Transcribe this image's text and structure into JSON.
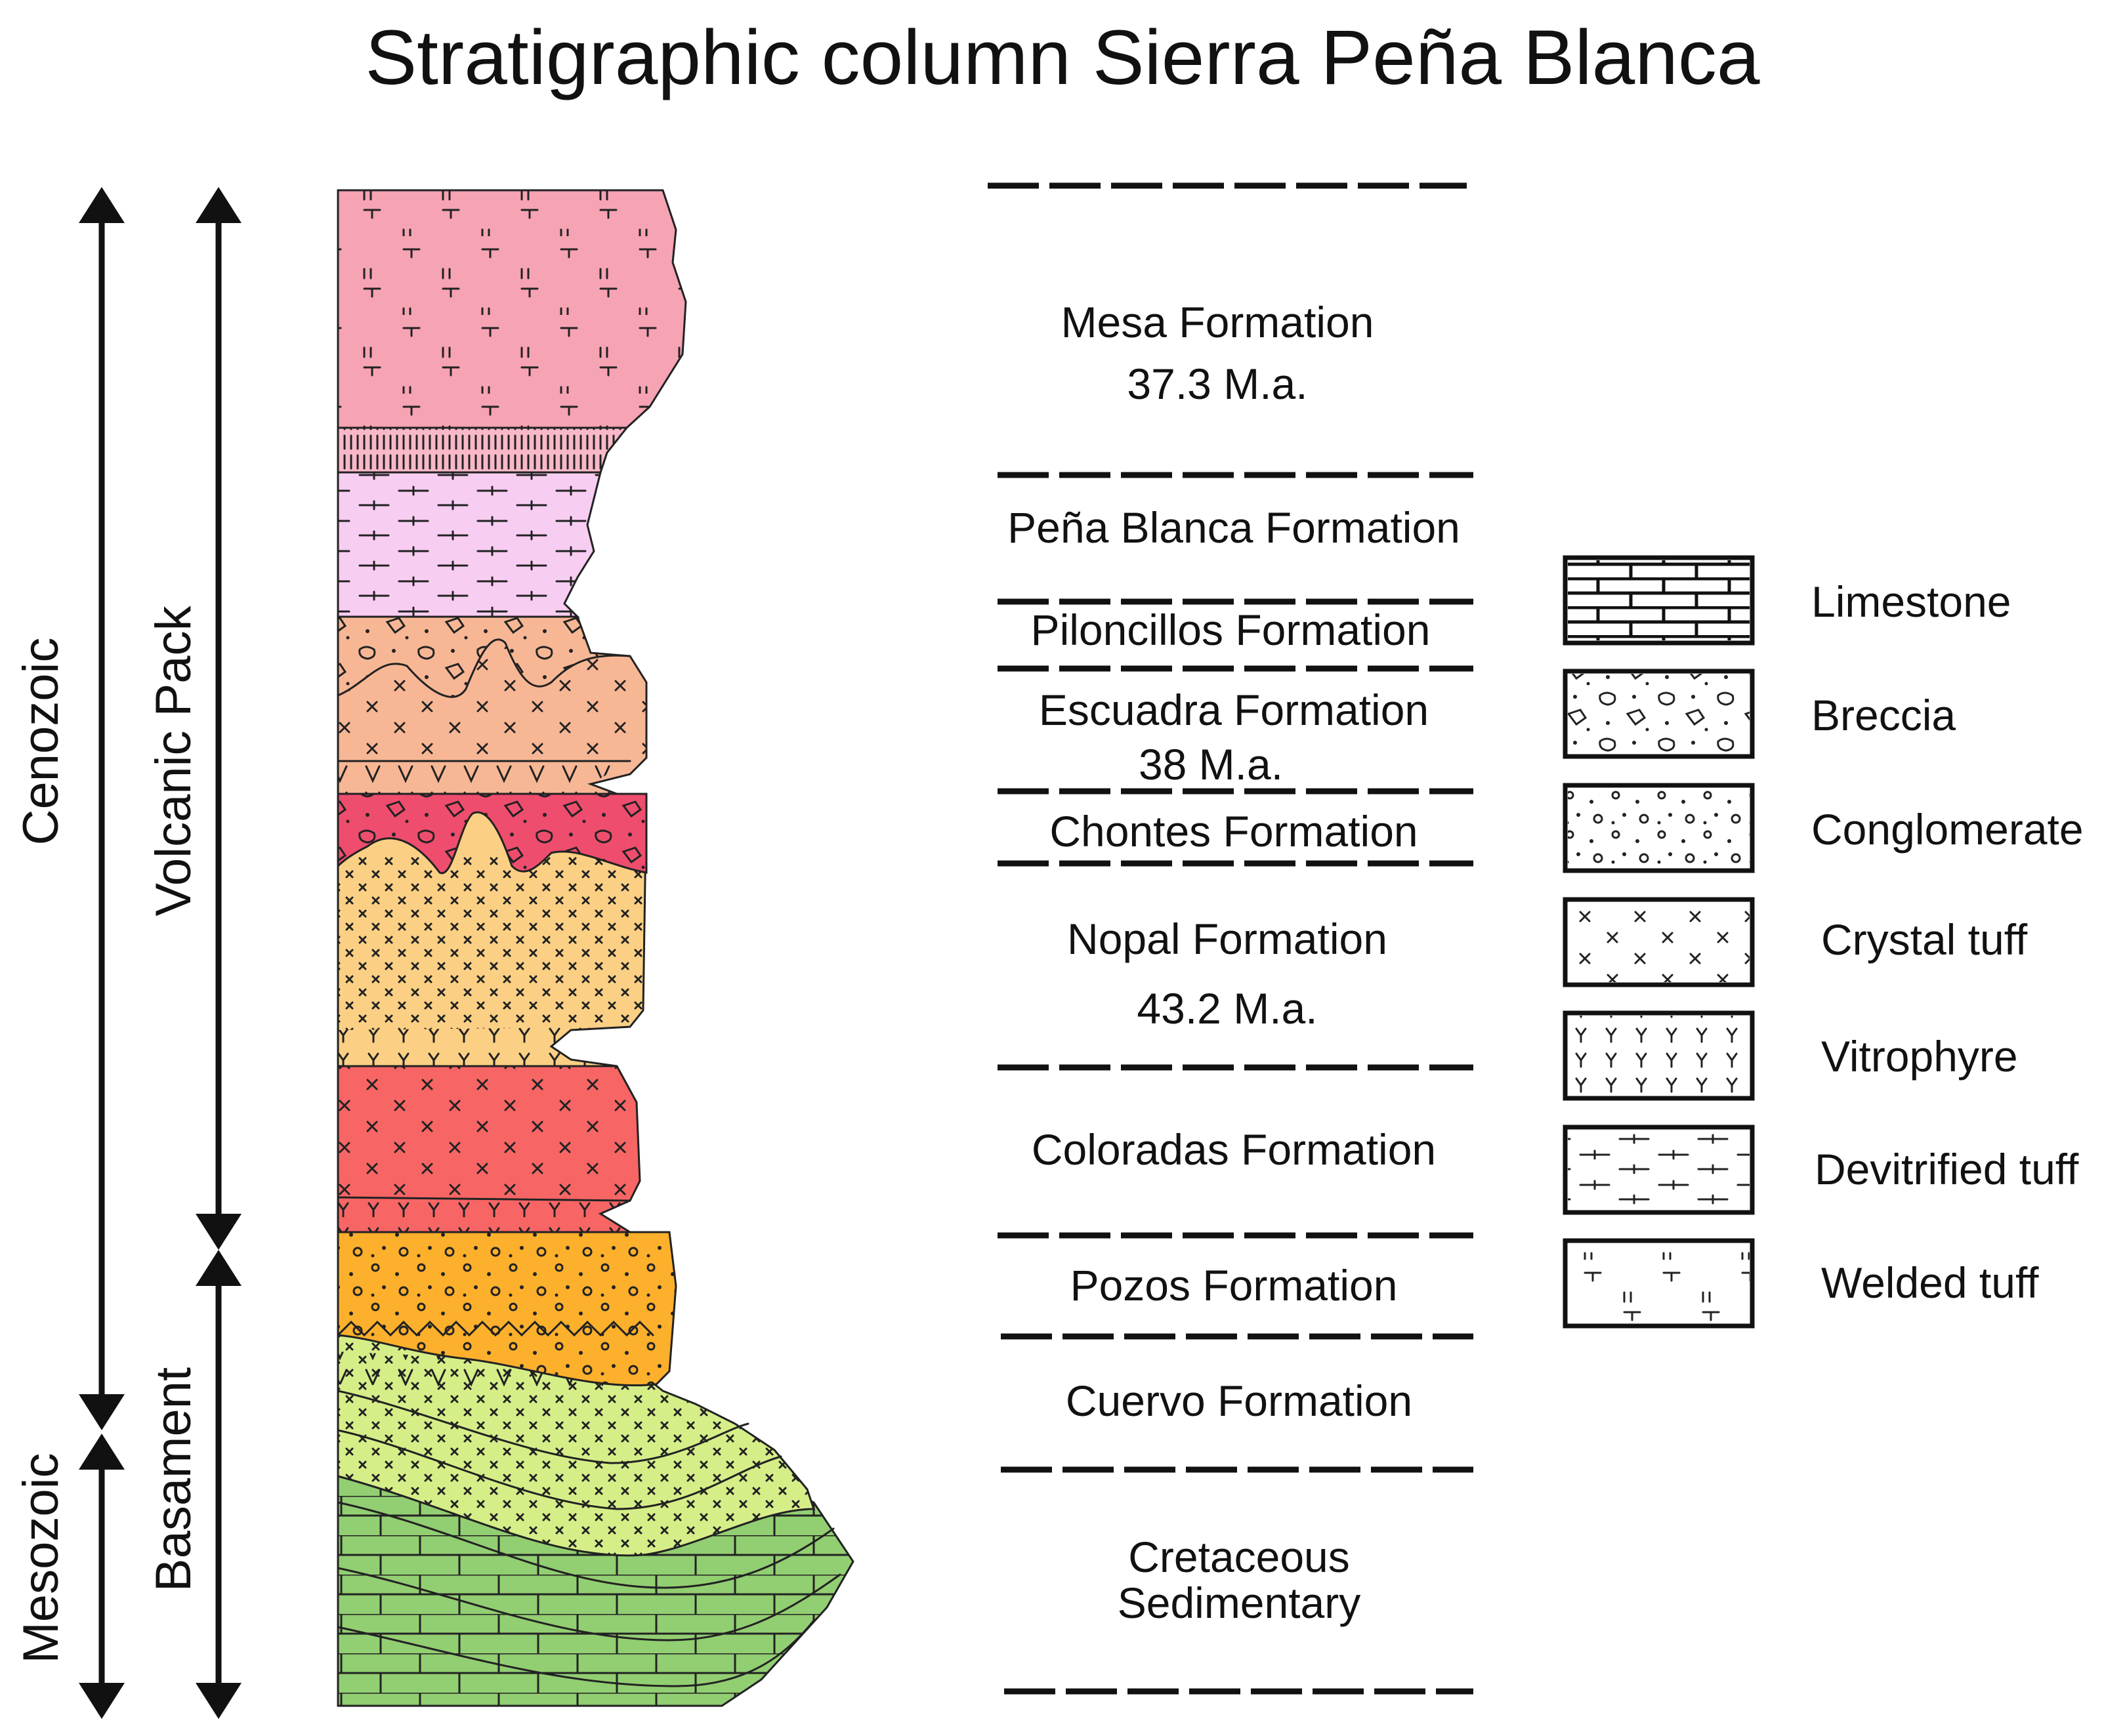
{
  "title": "Stratigraphic column Sierra Peña Blanca",
  "eras": [
    {
      "label": "Cenozoic"
    },
    {
      "label": "Mesozoic"
    }
  ],
  "groups": [
    {
      "label": "Volcanic Pack"
    },
    {
      "label": "Basament"
    }
  ],
  "formations": [
    {
      "name": "Mesa Formation",
      "age": "37.3 M.a."
    },
    {
      "name": "Peña Blanca Formation"
    },
    {
      "name": "Piloncillos Formation"
    },
    {
      "name": "Escuadra Formation",
      "age": "38 M.a."
    },
    {
      "name": "Chontes Formation"
    },
    {
      "name": "Nopal Formation",
      "age": "43.2 M.a."
    },
    {
      "name": "Coloradas Formation"
    },
    {
      "name": "Pozos Formation"
    },
    {
      "name": "Cuervo Formation"
    },
    {
      "name": "Cretaceous",
      "name2": "Sedimentary"
    }
  ],
  "legend": [
    {
      "label": "Limestone",
      "pattern": "limestone"
    },
    {
      "label": "Breccia",
      "pattern": "breccia"
    },
    {
      "label": "Conglomerate",
      "pattern": "conglomerate"
    },
    {
      "label": "Crystal tuff",
      "pattern": "crystal"
    },
    {
      "label": "Vitrophyre",
      "pattern": "vitro"
    },
    {
      "label": "Devitrified tuff",
      "pattern": "devit"
    },
    {
      "label": "Welded tuff",
      "pattern": "welded"
    }
  ],
  "colors": {
    "mesa": "#f6a3b4",
    "mesa_base": "#f8b8c8",
    "pena_blanca": "#f8cdf2",
    "escuadra": "#f7b795",
    "chontes": "#ee4d6e",
    "nopal": "#fbd084",
    "coloradas": "#f76565",
    "pozos": "#fdb02c",
    "cuervo": "#d6ee88",
    "cretaceous": "#92ce72"
  }
}
